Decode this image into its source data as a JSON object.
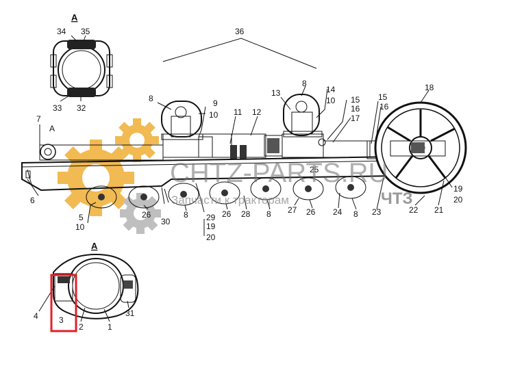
{
  "section_label": "A",
  "labels": {
    "n1": "1",
    "n2": "2",
    "n3": "3",
    "n4": "4",
    "n5": "5",
    "n6": "6",
    "n7": "7",
    "n8": "8",
    "n9": "9",
    "n10": "10",
    "n11": "11",
    "n12": "12",
    "n13": "13",
    "n14": "14",
    "n15": "15",
    "n16": "16",
    "n17": "17",
    "n18": "18",
    "n19": "19",
    "n20": "20",
    "n21": "21",
    "n22": "22",
    "n23": "23",
    "n24": "24",
    "n25": "25",
    "n26": "26",
    "n27": "27",
    "n28": "28",
    "n29": "29",
    "n30": "30",
    "n31": "31",
    "n32": "32",
    "n33": "33",
    "n34": "34",
    "n35": "35",
    "n36": "36"
  },
  "watermark": {
    "main": "CHTZ-PARTS.RU",
    "sub": "Запчасти к тракторам",
    "brand": "ЧТЗ"
  },
  "colors": {
    "gear": "#f0b341",
    "gear_grey": "#b9b9b9",
    "highlight": "#e0202a"
  }
}
